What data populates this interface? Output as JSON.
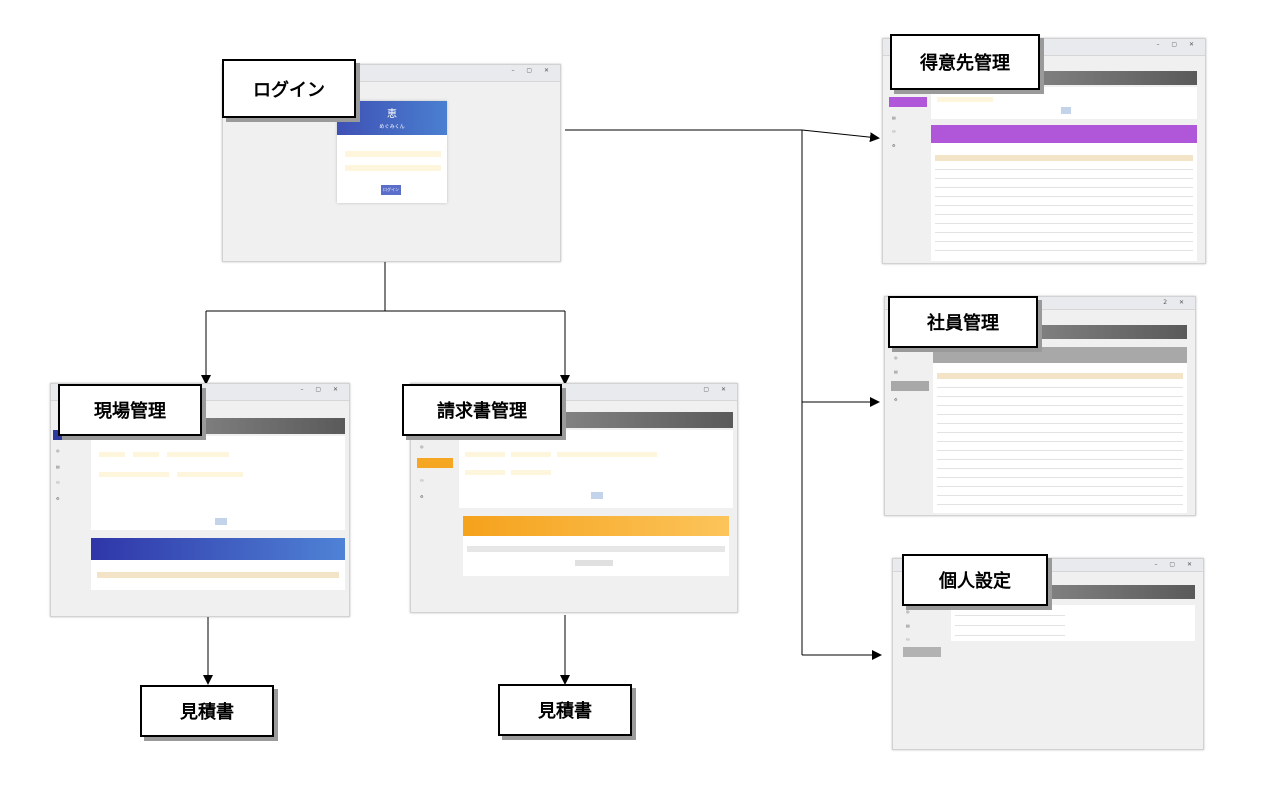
{
  "nodes": {
    "login": "ログイン",
    "genba": "現場管理",
    "seikyu": "請求書管理",
    "mitsumori_left": "見積書",
    "mitsumori_right": "見積書",
    "tokui": "得意先管理",
    "shain": "社員管理",
    "kojin": "個人設定"
  },
  "login_screen": {
    "logo_kanji": "恵",
    "app_name": "めぐみくん",
    "login_button": "ログイン"
  },
  "colors": {
    "login_header": "#4a5fc8",
    "genba_header": "#2e3a9f",
    "seikyu_header": "#f5a623",
    "tokui_header": "#b056d8",
    "shain_header": "#a8a8a8",
    "kojin_header": "#b2b2b2"
  }
}
